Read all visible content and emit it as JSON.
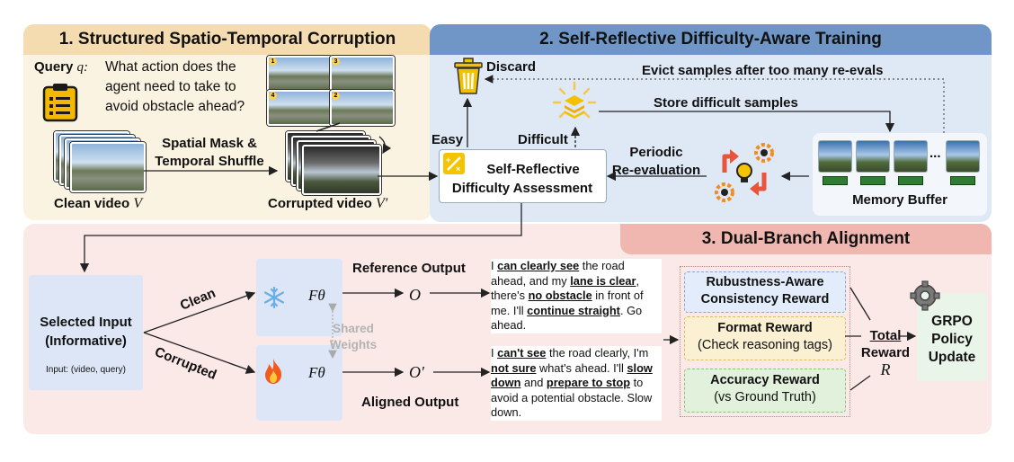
{
  "section1": {
    "title": "1. Structured Spatio-Temporal Corruption",
    "query_label": "Query",
    "query_var": "q:",
    "query_text": "What action does the agent need to take to avoid obstacle ahead?",
    "op_line1": "Spatial Mask &",
    "op_line2": "Temporal Shuffle",
    "clean_video_label": "Clean video",
    "clean_video_var": "V",
    "corrupted_video_label": "Corrupted video",
    "corrupted_video_var": "V′"
  },
  "section2": {
    "title": "2. Self-Reflective Difficulty-Aware Training",
    "discard": "Discard",
    "evict": "Evict samples after too many re-evals",
    "store": "Store difficult samples",
    "easy": "Easy",
    "difficult": "Difficult",
    "periodic_line1": "Periodic",
    "periodic_line2": "Re-evaluation",
    "assessment_line1": "Self-Reflective",
    "assessment_line2": "Difficulty Assessment",
    "memory_buffer": "Memory Buffer",
    "ellipsis": "..."
  },
  "section3": {
    "title": "3. Dual-Branch Alignment",
    "selected_line1": "Selected Input",
    "selected_line2": "(Informative)",
    "input_desc": "Input: (video, query)",
    "clean": "Clean",
    "corrupted": "Corrupted",
    "f_theta": "Fθ",
    "shared_line1": "Shared",
    "shared_line2": "Weights",
    "o": "O",
    "o_prime": "O′",
    "reference_output": "Reference Output",
    "aligned_output": "Aligned Output",
    "reference_text": [
      {
        "t": "I ",
        "b": false
      },
      {
        "t": "can clearly see",
        "b": true
      },
      {
        "t": " the road ahead, and my ",
        "b": false
      },
      {
        "t": "lane is clear",
        "b": true
      },
      {
        "t": ", there's ",
        "b": false
      },
      {
        "t": "no obstacle",
        "b": true
      },
      {
        "t": " in front of me. I'll ",
        "b": false
      },
      {
        "t": "continue straight",
        "b": true
      },
      {
        "t": ". Go ahead.",
        "b": false
      }
    ],
    "aligned_text": [
      {
        "t": "I ",
        "b": false
      },
      {
        "t": "can't see",
        "b": true
      },
      {
        "t": " the road clearly, I'm ",
        "b": false
      },
      {
        "t": "not sure",
        "b": true
      },
      {
        "t": " what's ahead. I'll ",
        "b": false
      },
      {
        "t": "slow down",
        "b": true
      },
      {
        "t": " and ",
        "b": false
      },
      {
        "t": "prepare to stop",
        "b": true
      },
      {
        "t": " to avoid a potential obstacle. Slow down.",
        "b": false
      }
    ],
    "robust_line1": "Rubustness-Aware",
    "robust_line2": "Consistency Reward",
    "format_line1": "Format Reward",
    "format_line2": "(Check reasoning tags)",
    "accuracy_line1": "Accuracy Reward",
    "accuracy_line2": "(vs Ground Truth)",
    "total_line1": "Total",
    "total_line2": "Reward",
    "total_var": "R",
    "grpo_line1": "GRPO",
    "grpo_line2": "Policy",
    "grpo_line3": "Update"
  },
  "colors": {
    "section1_bg": "#fbf3e1",
    "section1_header": "#f4dbb0",
    "section2_bg": "#dfe8f5",
    "section2_header": "#6f96c6",
    "section3_bg": "#fbe9e8",
    "section3_header": "#f0b7b0",
    "input_box": "#dde6f7",
    "clipboard": "#f5b800",
    "trash": "#f2c200",
    "snowflake": "#6aaee8",
    "fire": "#f25a1e",
    "gear": "#f28c1e",
    "robust_bg": "#e3ecfa",
    "format_bg": "#fbf1d2",
    "accuracy_bg": "#e2f1dc",
    "grpo_bg": "#eaf5ea"
  }
}
